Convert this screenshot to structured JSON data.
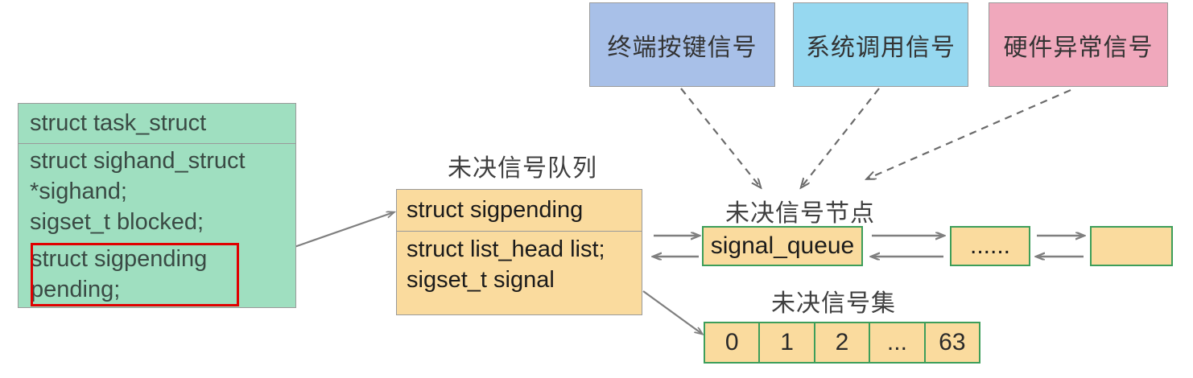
{
  "diagram": {
    "title": "Linux pending signal structures",
    "colors": {
      "terminal_box": "#a8c0e8",
      "syscall_box": "#96d8f0",
      "hardware_box": "#f0a8bc",
      "task_struct_box": "#9fdfc0",
      "sigpending_box": "#fadb9e",
      "node_border": "#3d9e5a",
      "highlight": "#e00000",
      "arrow": "#7f7f7f"
    }
  },
  "sources": [
    {
      "label": "终端按键信号"
    },
    {
      "label": "系统调用信号"
    },
    {
      "label": "硬件异常信号"
    }
  ],
  "task_struct": {
    "header": "struct task_struct",
    "fields": "struct sighand_struct\n*sighand;\nsigset_t blocked;",
    "highlighted_field": "struct sigpending\npending;"
  },
  "pending_queue": {
    "caption": "未决信号队列",
    "header": "struct sigpending",
    "body": "struct list_head list;\nsigset_t signal"
  },
  "pending_nodes": {
    "caption": "未决信号节点",
    "nodes": [
      {
        "label": "signal_queue"
      },
      {
        "label": "......"
      },
      {
        "label": ""
      }
    ]
  },
  "pending_set": {
    "caption": "未决信号集",
    "cells": [
      "0",
      "1",
      "2",
      "...",
      "63"
    ]
  }
}
